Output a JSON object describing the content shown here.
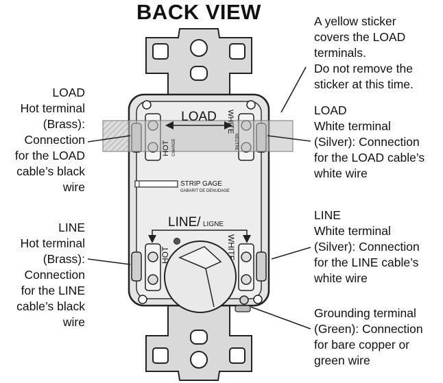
{
  "title": "BACK VIEW",
  "callouts": {
    "sticker": [
      "A yellow sticker",
      "covers the LOAD",
      "terminals.",
      "Do not remove the",
      "sticker at this time."
    ],
    "load_hot": [
      "LOAD",
      "Hot terminal",
      "(Brass):",
      "Connection",
      "for the LOAD",
      "cable’s black",
      "wire"
    ],
    "load_white": [
      "LOAD",
      "White terminal",
      "(Silver): Connection",
      "for the LOAD cable’s",
      "white wire"
    ],
    "line_hot": [
      "LINE",
      "Hot terminal",
      "(Brass):",
      "Connection",
      "for the LINE",
      "cable’s black",
      "wire"
    ],
    "line_white": [
      "LINE",
      "White terminal",
      "(Silver): Connection",
      "for the LINE cable’s",
      "white wire"
    ],
    "ground": [
      "Grounding terminal",
      "(Green): Connection",
      "for bare copper or",
      "green wire"
    ]
  },
  "device_labels": {
    "load": "LOAD",
    "hot_top": "HOT",
    "hot_top_fr": "CHARGE",
    "white_top": "WHITE",
    "white_top_fr": "NEUTRE",
    "strip_gage": "STRIP GAGE",
    "strip_gage_fr": "GABARIT DE DENUDAGE",
    "line": "LINE/",
    "line_fr": "LIGNE",
    "hot_bottom": "HOT",
    "white_bottom": "WHITE"
  }
}
